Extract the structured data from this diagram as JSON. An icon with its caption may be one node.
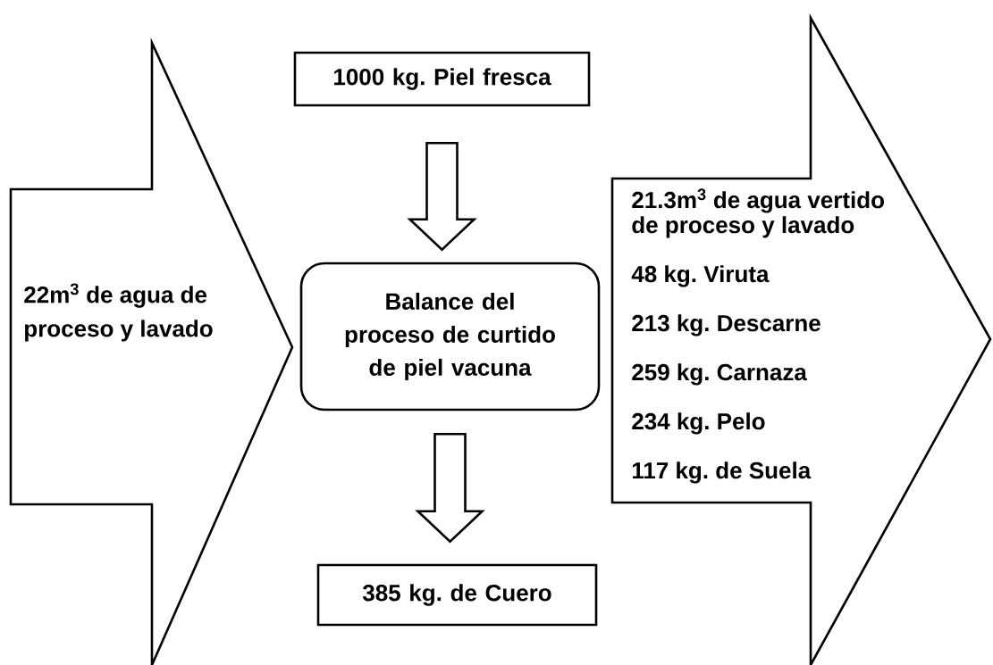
{
  "diagram": {
    "nodes": [
      {
        "text": [
          "22m$^{3}$ de agua de proceso y lavado"
        ]
      },
      {
        "text": [
          "1000 kg. Piel fresca"
        ]
      },
      {
        "text": [
          "Balance del proceso de curtido de piel vacuna"
        ]
      },
      {
        "text": [
          "385 kg. de Cuero"
        ]
      },
      {
        "text": [
          "21.3m$^{3}$ de agua vertido de proceso y lavado",
          "48 kg. Viruta",
          "213 kg. Descarne",
          "259 kg. Carnaza",
          "234 kg. Pelo",
          "117 kg. de Suela"
        ]
      }
    ],
    "edges": [
      {
        "from": 1,
        "to": 2,
        "arrow": "to"
      },
      {
        "from": 2,
        "to": 3,
        "arrow": "to"
      }
    ]
  }
}
